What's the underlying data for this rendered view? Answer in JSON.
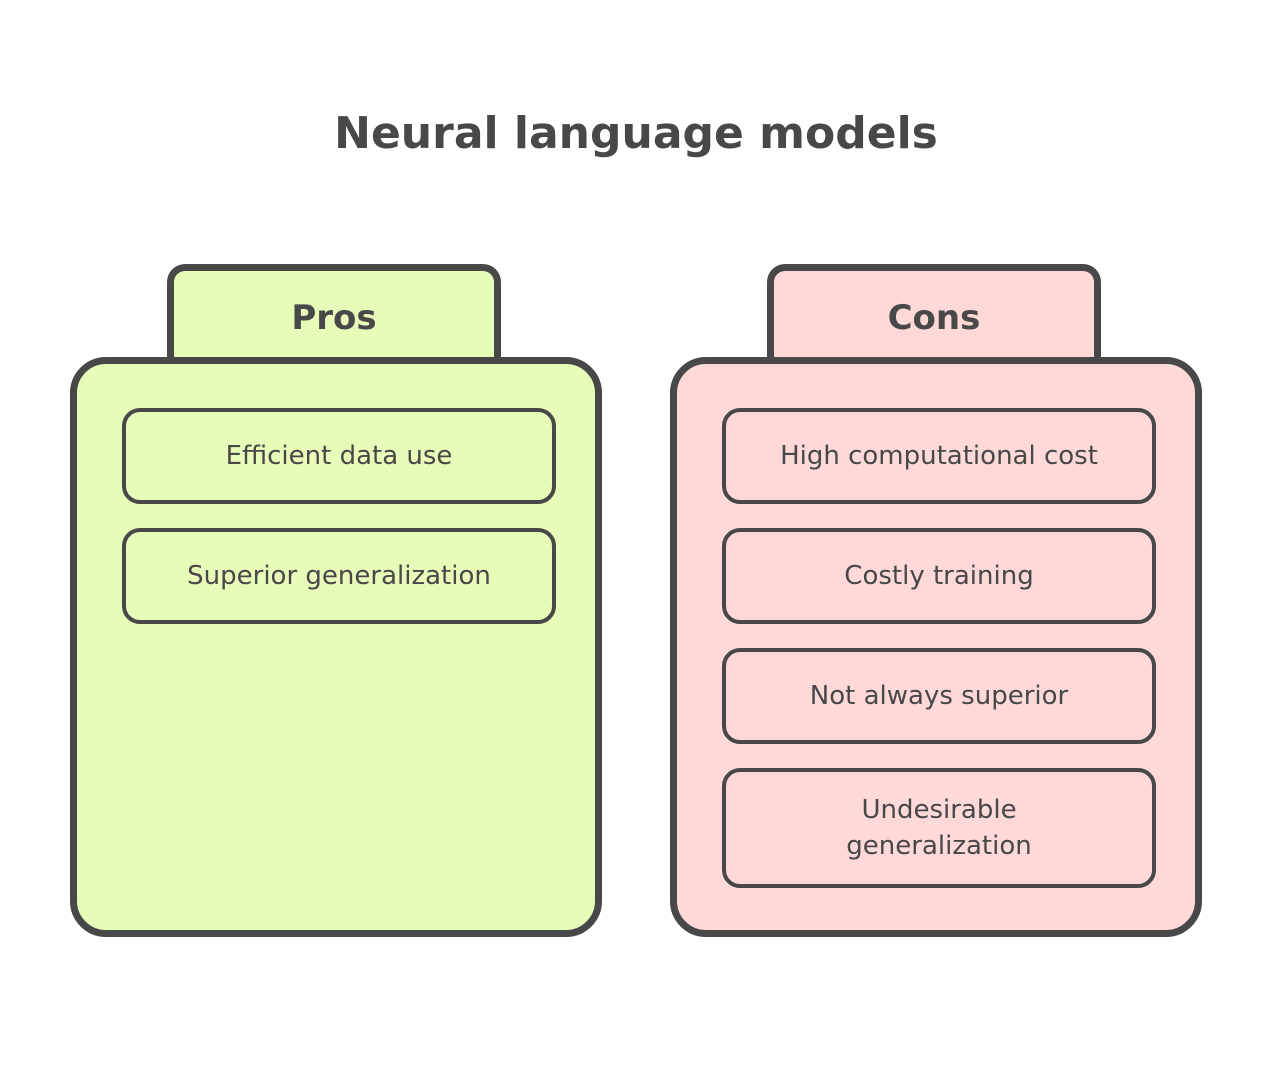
{
  "title": "Neural language models",
  "pros": {
    "label": "Pros",
    "items": [
      "Efficient data use",
      "Superior generalization"
    ]
  },
  "cons": {
    "label": "Cons",
    "items": [
      "High computational cost",
      "Costly training",
      "Not always superior",
      "Undesirable generalization"
    ]
  },
  "colors": {
    "pros": "#e6fcb8",
    "cons": "#ffd8d8",
    "stroke": "#484848"
  }
}
